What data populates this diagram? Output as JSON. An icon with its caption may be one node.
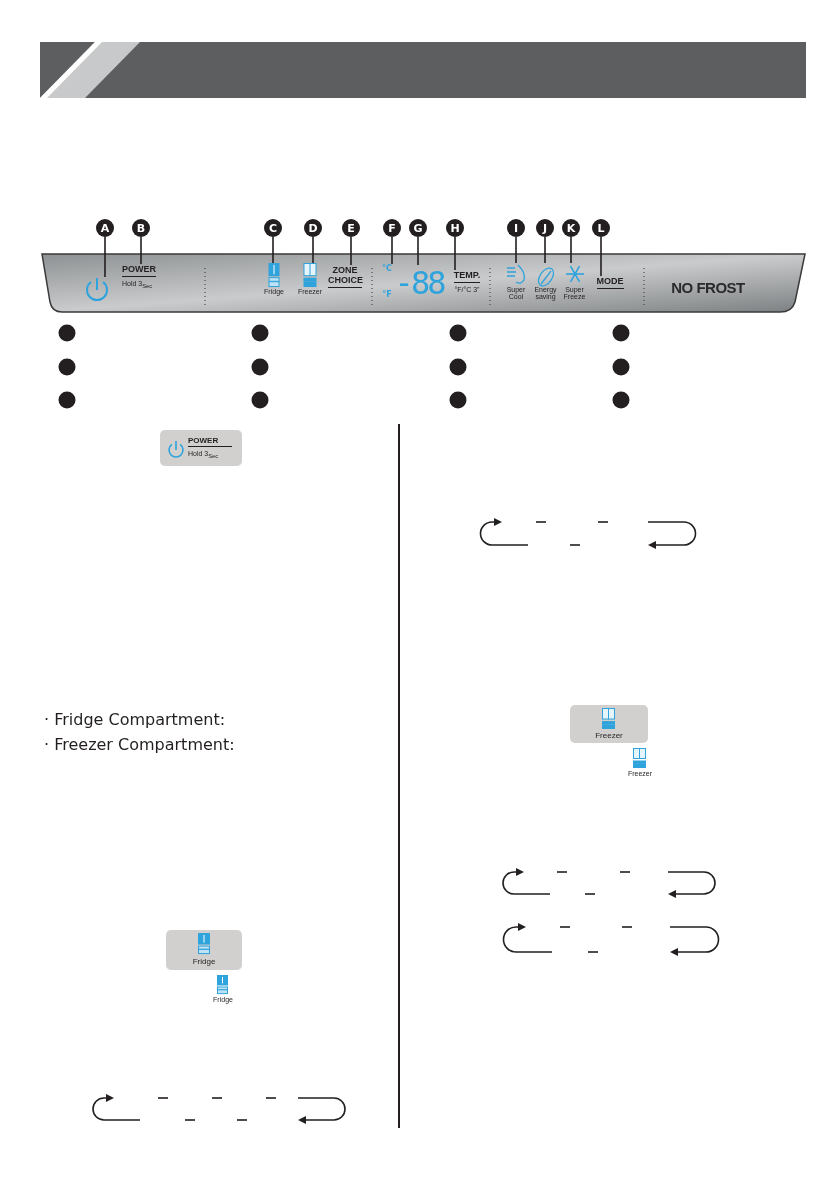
{
  "diagram": {
    "nodes": [
      {
        "text": [
          "A"
        ]
      },
      {
        "text": [
          "B"
        ]
      },
      {
        "text": [
          "C"
        ]
      },
      {
        "text": [
          "D"
        ]
      },
      {
        "text": [
          "E"
        ]
      },
      {
        "text": [
          "F"
        ]
      },
      {
        "text": [
          "G"
        ]
      },
      {
        "text": [
          "H"
        ]
      },
      {
        "text": [
          "I"
        ]
      },
      {
        "text": [
          "J"
        ]
      },
      {
        "text": [
          "K"
        ]
      },
      {
        "text": [
          "L"
        ]
      },
      {
        "text": [],
        "shape": "icon"
      },
      {
        "text": [
          "POWER",
          "Hold 3$_{Sec}$"
        ]
      },
      {
        "text": [
          "Fridge"
        ]
      },
      {
        "text": [
          "Freezer"
        ]
      },
      {
        "text": [
          "ZONE CHOICE"
        ]
      },
      {
        "text": [
          "°C",
          "°F"
        ]
      },
      {
        "text": [
          "-88"
        ]
      },
      {
        "text": [
          "TEMP.",
          "°F/°C 3\""
        ]
      },
      {
        "text": [
          "Super Cool"
        ]
      },
      {
        "text": [
          "Energy saving"
        ]
      },
      {
        "text": [
          "Super Freeze"
        ]
      },
      {
        "text": [
          "MODE"
        ]
      }
    ],
    "edges": [
      {
        "from": 0,
        "to": 12,
        "arrow": "none"
      },
      {
        "from": 1,
        "to": 13,
        "arrow": "none"
      },
      {
        "from": 2,
        "to": 14,
        "arrow": "none"
      },
      {
        "from": 3,
        "to": 15,
        "arrow": "none"
      },
      {
        "from": 4,
        "to": 16,
        "arrow": "none"
      },
      {
        "from": 5,
        "to": 17,
        "arrow": "none"
      },
      {
        "from": 6,
        "to": 18,
        "arrow": "none"
      },
      {
        "from": 7,
        "to": 19,
        "arrow": "none"
      },
      {
        "from": 8,
        "to": 20,
        "arrow": "none"
      },
      {
        "from": 9,
        "to": 21,
        "arrow": "none"
      },
      {
        "from": 10,
        "to": 22,
        "arrow": "none"
      },
      {
        "from": 11,
        "to": 23,
        "arrow": "none"
      }
    ],
    "labels": [
      "NO FROST",
      "POWER",
      "Hold 3$_{Sec}$",
      "· Fridge Compartment:",
      "· Freezer Compartment:",
      "Fridge",
      "Fridge",
      "Freezer",
      "Freezer"
    ]
  }
}
